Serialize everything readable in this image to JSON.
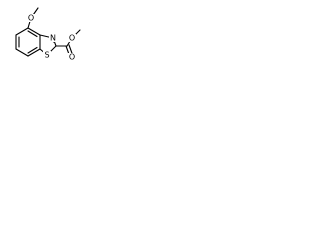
{
  "molecule": {
    "atoms": {
      "methoxy_o": "O",
      "thiazole_s": "S",
      "thiazole_n": "N",
      "ester_carbonyl_o": "O",
      "ester_ether_o": "O"
    }
  }
}
